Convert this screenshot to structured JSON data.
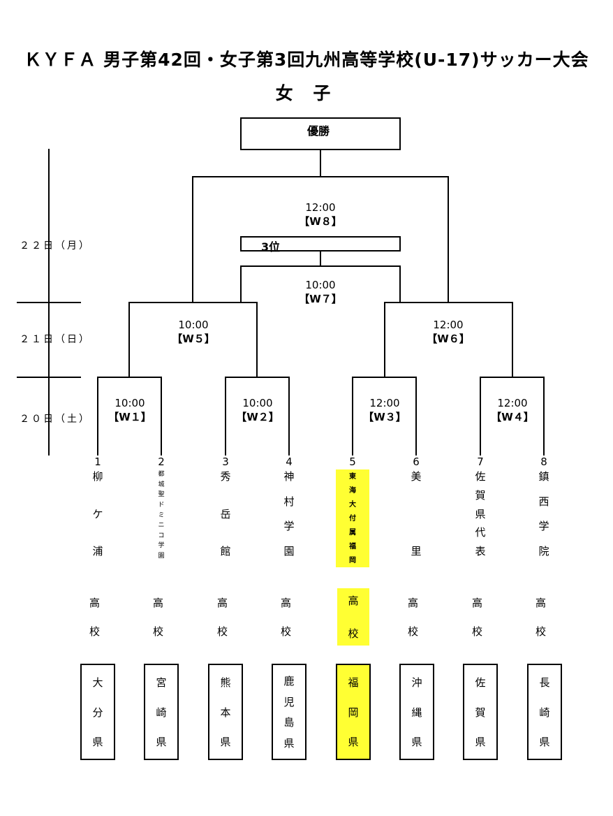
{
  "header": {
    "title": "ＫＹＦＡ 男子第42回・女子第3回九州高等学校(U-17)サッカー大会",
    "subtitle": "女 子"
  },
  "days": [
    {
      "label": "２２日（月）"
    },
    {
      "label": "２１日（日）"
    },
    {
      "label": "２０日（土）"
    }
  ],
  "boxes": {
    "champion": "優勝",
    "third": "3位"
  },
  "matches": [
    {
      "code": "【W１】",
      "time": "10:00"
    },
    {
      "code": "【W２】",
      "time": "10:00"
    },
    {
      "code": "【W３】",
      "time": "12:00"
    },
    {
      "code": "【W４】",
      "time": "12:00"
    },
    {
      "code": "【W５】",
      "time": "10:00"
    },
    {
      "code": "【W６】",
      "time": "12:00"
    },
    {
      "code": "【W７】",
      "time": "10:00"
    },
    {
      "code": "【W８】",
      "time": "12:00"
    }
  ],
  "teams": [
    {
      "seed": "1",
      "name_top": [
        "柳",
        "ケ",
        "浦"
      ],
      "suffix": [
        "高",
        "校"
      ],
      "prefecture": [
        "大",
        "分",
        "県"
      ],
      "highlight": false
    },
    {
      "seed": "2",
      "name_top": [
        "都",
        "城",
        "聖",
        "ド",
        "ミ",
        "ニ",
        "コ",
        "学",
        "園"
      ],
      "suffix": [
        "高",
        "校"
      ],
      "prefecture": [
        "宮",
        "崎",
        "県"
      ],
      "highlight": false
    },
    {
      "seed": "3",
      "name_top": [
        "秀",
        "岳",
        "館"
      ],
      "suffix": [
        "高",
        "校"
      ],
      "prefecture": [
        "熊",
        "本",
        "県"
      ],
      "highlight": false
    },
    {
      "seed": "4",
      "name_top": [
        "神",
        "村",
        "学",
        "園"
      ],
      "suffix": [
        "高",
        "校"
      ],
      "prefecture": [
        "鹿",
        "児",
        "島",
        "県"
      ],
      "highlight": false
    },
    {
      "seed": "5",
      "name_top": [
        "東",
        "海",
        "大",
        "付",
        "属",
        "福",
        "岡"
      ],
      "suffix": [
        "高",
        "校"
      ],
      "prefecture": [
        "福",
        "岡",
        "県"
      ],
      "highlight": true
    },
    {
      "seed": "6",
      "name_top": [
        "美",
        "里"
      ],
      "suffix": [
        "高",
        "校"
      ],
      "prefecture": [
        "沖",
        "縄",
        "県"
      ],
      "highlight": false
    },
    {
      "seed": "7",
      "name_top": [
        "佐",
        "賀",
        "県",
        "代",
        "表"
      ],
      "suffix": [
        "高",
        "校"
      ],
      "prefecture": [
        "佐",
        "賀",
        "県"
      ],
      "highlight": false
    },
    {
      "seed": "8",
      "name_top": [
        "鎮",
        "西",
        "学",
        "院"
      ],
      "suffix": [
        "高",
        "校"
      ],
      "prefecture": [
        "長",
        "崎",
        "県"
      ],
      "highlight": false
    }
  ],
  "colors": {
    "highlight": "#ffff33",
    "line": "#000000"
  }
}
